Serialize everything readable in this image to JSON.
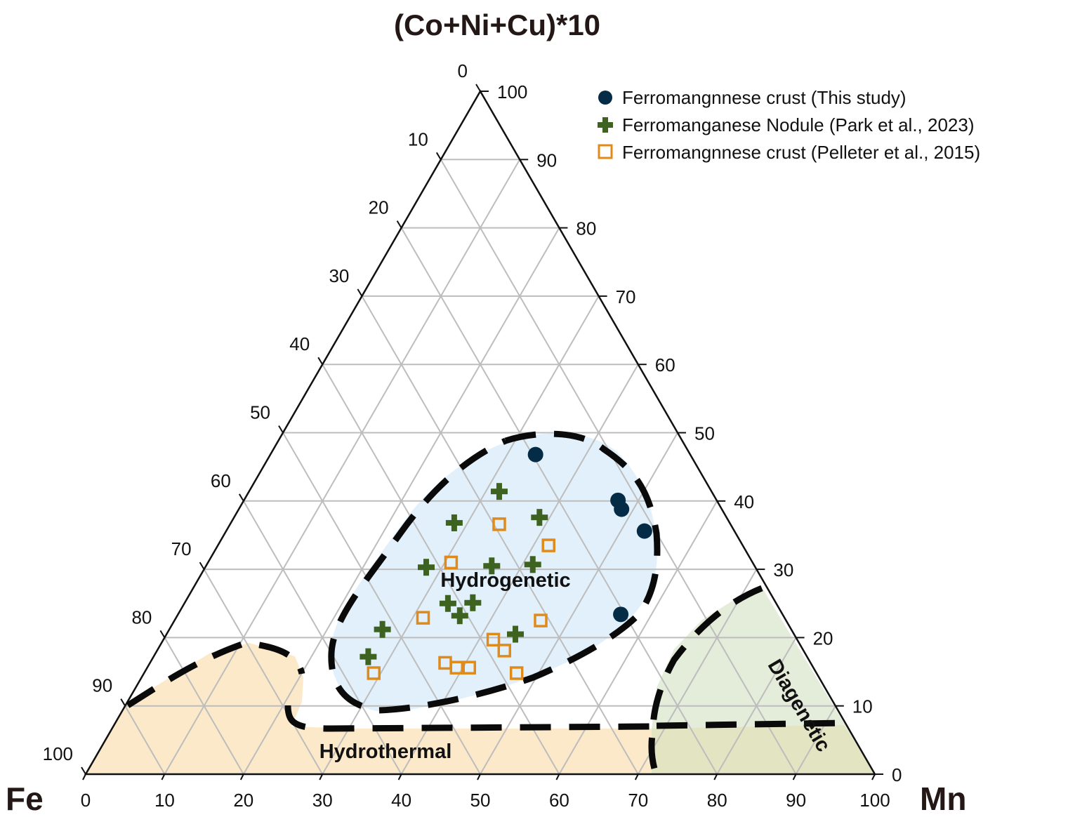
{
  "chart_data": {
    "type": "ternary-scatter",
    "title": "(Co+Ni+Cu)*10",
    "corners": {
      "top": "(Co+Ni+Cu)*10",
      "bottom_left": "Fe",
      "bottom_right": "Mn"
    },
    "axes": {
      "bottom": {
        "label": "Mn",
        "ticks": [
          "0",
          "10",
          "20",
          "30",
          "40",
          "50",
          "60",
          "70",
          "80",
          "90",
          "100"
        ]
      },
      "left": {
        "label": "Fe",
        "ticks": [
          "0",
          "10",
          "20",
          "30",
          "40",
          "50",
          "60",
          "70",
          "80",
          "90",
          "100"
        ]
      },
      "right": {
        "label": "(Co+Ni+Cu)*10",
        "ticks": [
          "0",
          "10",
          "20",
          "30",
          "40",
          "50",
          "60",
          "70",
          "80",
          "90",
          "100"
        ]
      }
    },
    "grid": true,
    "legend_position": "top-right",
    "regions": [
      {
        "name": "Hydrogenetic",
        "color": "#e1f0fa"
      },
      {
        "name": "Hydrothermal",
        "color": "#fbe9c9"
      },
      {
        "name": "Diagenetic",
        "color": "#e5eedc"
      }
    ],
    "series": [
      {
        "name": "Ferromangnnese crust (This study)",
        "marker": "circle",
        "color": "#042c46",
        "points": [
          {
            "cnc": 46.8,
            "mn": 33.6
          },
          {
            "cnc": 40.1,
            "mn": 47.4
          },
          {
            "cnc": 38.8,
            "mn": 48.5
          },
          {
            "cnc": 35.6,
            "mn": 53.0
          },
          {
            "cnc": 23.4,
            "mn": 56.1
          }
        ]
      },
      {
        "name": "Ferromanganese Nodule (Park et al., 2023)",
        "marker": "plus",
        "color": "#3e6220",
        "points": [
          {
            "cnc": 41.4,
            "mn": 31.7
          },
          {
            "cnc": 36.8,
            "mn": 28.3
          },
          {
            "cnc": 37.6,
            "mn": 38.7
          },
          {
            "cnc": 30.3,
            "mn": 28.0
          },
          {
            "cnc": 30.5,
            "mn": 36.2
          },
          {
            "cnc": 30.7,
            "mn": 41.3
          },
          {
            "cnc": 25.0,
            "mn": 33.4
          },
          {
            "cnc": 25.1,
            "mn": 36.5
          },
          {
            "cnc": 23.2,
            "mn": 35.8
          },
          {
            "cnc": 21.2,
            "mn": 27.0
          },
          {
            "cnc": 20.5,
            "mn": 44.2
          },
          {
            "cnc": 17.2,
            "mn": 27.2
          }
        ]
      },
      {
        "name": "Ferromangnnese crust (Pelleter et al., 2015)",
        "marker": "open-square",
        "color": "#e08a1a",
        "points": [
          {
            "cnc": 36.6,
            "mn": 34.1
          },
          {
            "cnc": 33.5,
            "mn": 41.9
          },
          {
            "cnc": 31.0,
            "mn": 30.8
          },
          {
            "cnc": 22.9,
            "mn": 31.3
          },
          {
            "cnc": 22.5,
            "mn": 46.4
          },
          {
            "cnc": 19.7,
            "mn": 41.8
          },
          {
            "cnc": 18.1,
            "mn": 44.0
          },
          {
            "cnc": 16.3,
            "mn": 37.4
          },
          {
            "cnc": 15.6,
            "mn": 39.2
          },
          {
            "cnc": 15.6,
            "mn": 40.8
          },
          {
            "cnc": 14.8,
            "mn": 47.2
          },
          {
            "cnc": 14.8,
            "mn": 29.1
          }
        ]
      }
    ]
  },
  "labels": {
    "title": "(Co+Ni+Cu)*10",
    "fe": "Fe",
    "mn": "Mn",
    "hydrogenetic": "Hydrogenetic",
    "hydrothermal": "Hydrothermal",
    "diagenetic": "Diagenetic"
  },
  "legend": [
    {
      "label": "Ferromangnnese crust (This study)"
    },
    {
      "label": "Ferromanganese Nodule (Park et al., 2023)"
    },
    {
      "label": "Ferromangnnese crust (Pelleter et al., 2015)"
    }
  ],
  "ticks": [
    "0",
    "10",
    "20",
    "30",
    "40",
    "50",
    "60",
    "70",
    "80",
    "90",
    "100"
  ]
}
